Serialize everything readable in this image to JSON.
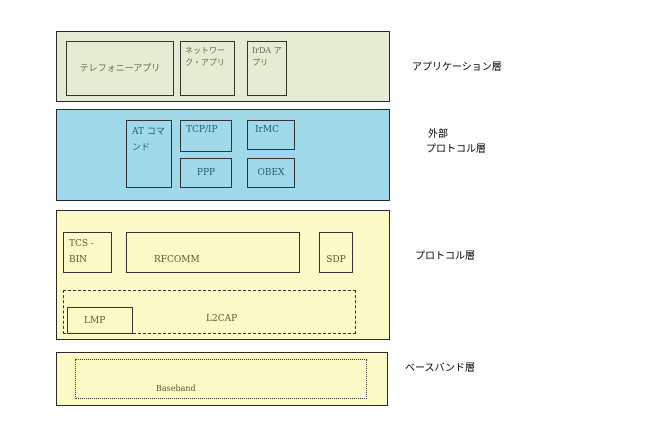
{
  "layers": {
    "application": {
      "label": "アプリケーション層",
      "boxes": {
        "telephony": "テレフォニーアプリ",
        "network": "ネットワーク・アプリ",
        "irda": "IrDA アプリ"
      }
    },
    "external": {
      "label_line1": "外部",
      "label_line2": "プロトコル層",
      "boxes": {
        "at_command": "AT コマンド",
        "tcpip": "TCP/IP",
        "irmc": "IrMC",
        "ppp": "PPP",
        "obex": "OBEX"
      }
    },
    "protocol": {
      "label": "プロトコル層",
      "boxes": {
        "tcs_bin_line1": "TCS -",
        "tcs_bin_line2": "BIN",
        "rfcomm": "RFCOMM",
        "sdp": "SDP",
        "lmp": "LMP",
        "l2cap": "L2CAP"
      }
    },
    "baseband": {
      "label": "ベースバンド層",
      "boxes": {
        "baseband": "Baseband"
      }
    }
  },
  "colors": {
    "application_fill": "#e4ecd4",
    "external_fill": "#9fd9ea",
    "protocol_fill": "#fbfbc8",
    "baseband_fill": "#fbfbc8"
  }
}
